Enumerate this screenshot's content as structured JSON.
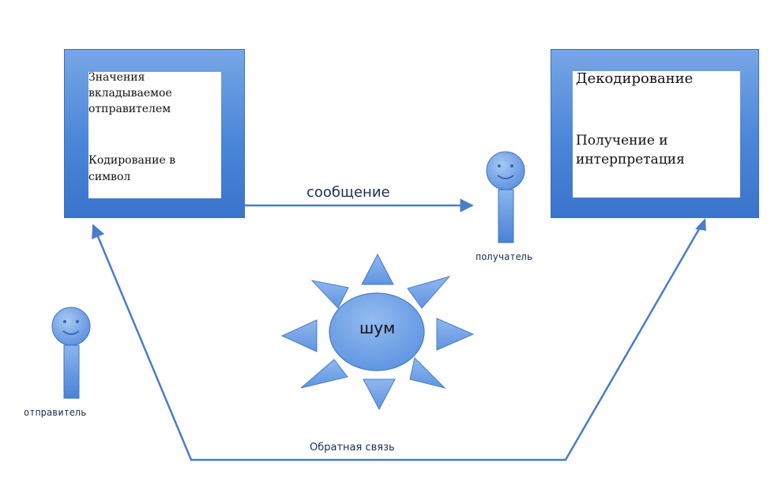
{
  "sender_box": {
    "line1": "Значения",
    "line2": "вкладываемое",
    "line3": "отправителем",
    "line4": "Кодирование в",
    "line5": "символ"
  },
  "receiver_box": {
    "line1": "Декодирование",
    "line2": "Получение и",
    "line3": "интерпретация"
  },
  "message_label": "сообщение",
  "receiver_label": "получатель",
  "sender_label": "отправитель",
  "noise_label": "шум",
  "feedback_label": "Обратная связь",
  "colors": {
    "frame": "#4a86d8",
    "figure": "#5b93e0",
    "arrow": "#4a7cc8",
    "sun_center": "#6d9fe6",
    "sun_ray": "#7aa8ea"
  }
}
